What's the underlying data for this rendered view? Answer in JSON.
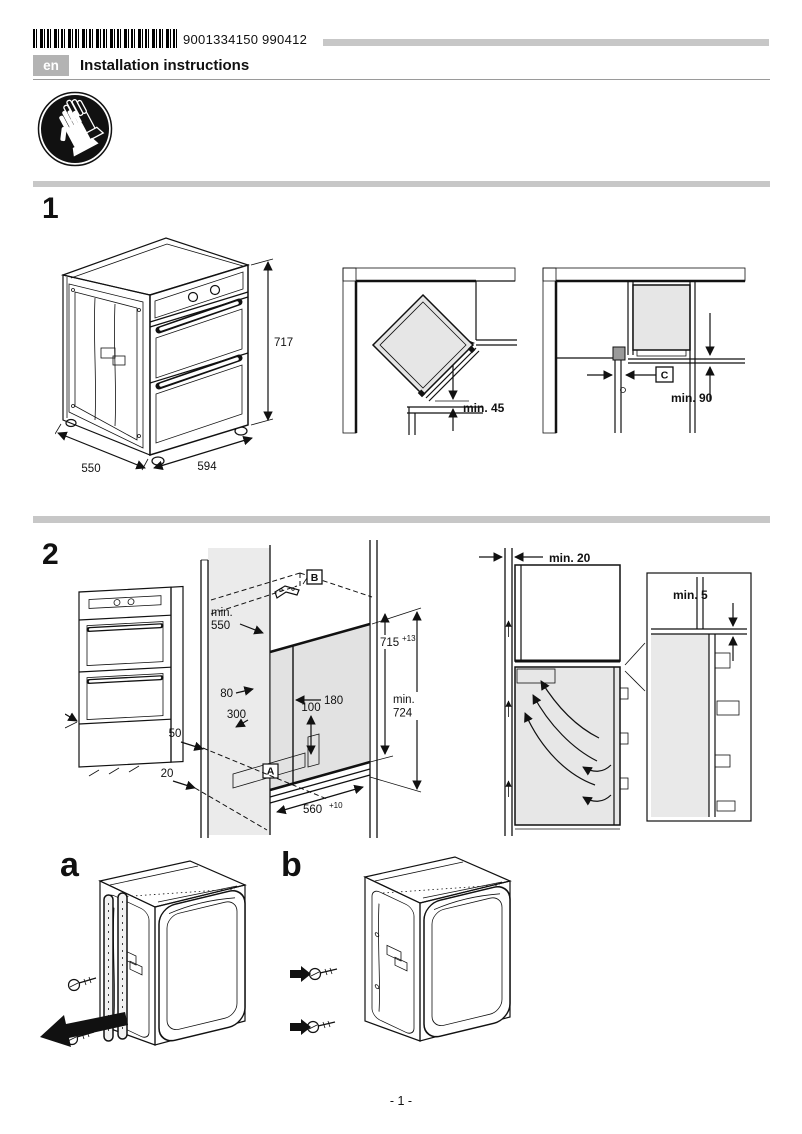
{
  "page": {
    "header": {
      "barcode_text": "9001334150",
      "code_right": "990412",
      "language_badge": "en",
      "title": "Installation instructions"
    },
    "footer": {
      "page_number": "- 1 -"
    }
  },
  "sections": {
    "step1": {
      "number": "1",
      "dims": {
        "height": "717",
        "depth": "550",
        "width": "594",
        "tilt_clearance": "min. 45",
        "corner_ref": "C",
        "corner_clearance": "min. 90"
      }
    },
    "step2": {
      "number": "2",
      "dims": {
        "niche_depth_line1": "min.",
        "niche_depth_line2": "550",
        "ref_b": "B",
        "ref_a": "A",
        "niche_height": "715",
        "niche_height_tol": "+13",
        "min_height_line1": "min.",
        "min_height_line2": "724",
        "vent_offset_top": "180",
        "vent_height": "100",
        "vent_side": "80",
        "vent_width": "300",
        "plinth_50": "50",
        "plinth_20": "20",
        "niche_width": "560",
        "niche_width_tol": "+10",
        "rear_gap": "min. 20",
        "top_gap": "min. 5"
      }
    },
    "step_a": {
      "label": "a"
    },
    "step_b": {
      "label": "b"
    }
  }
}
